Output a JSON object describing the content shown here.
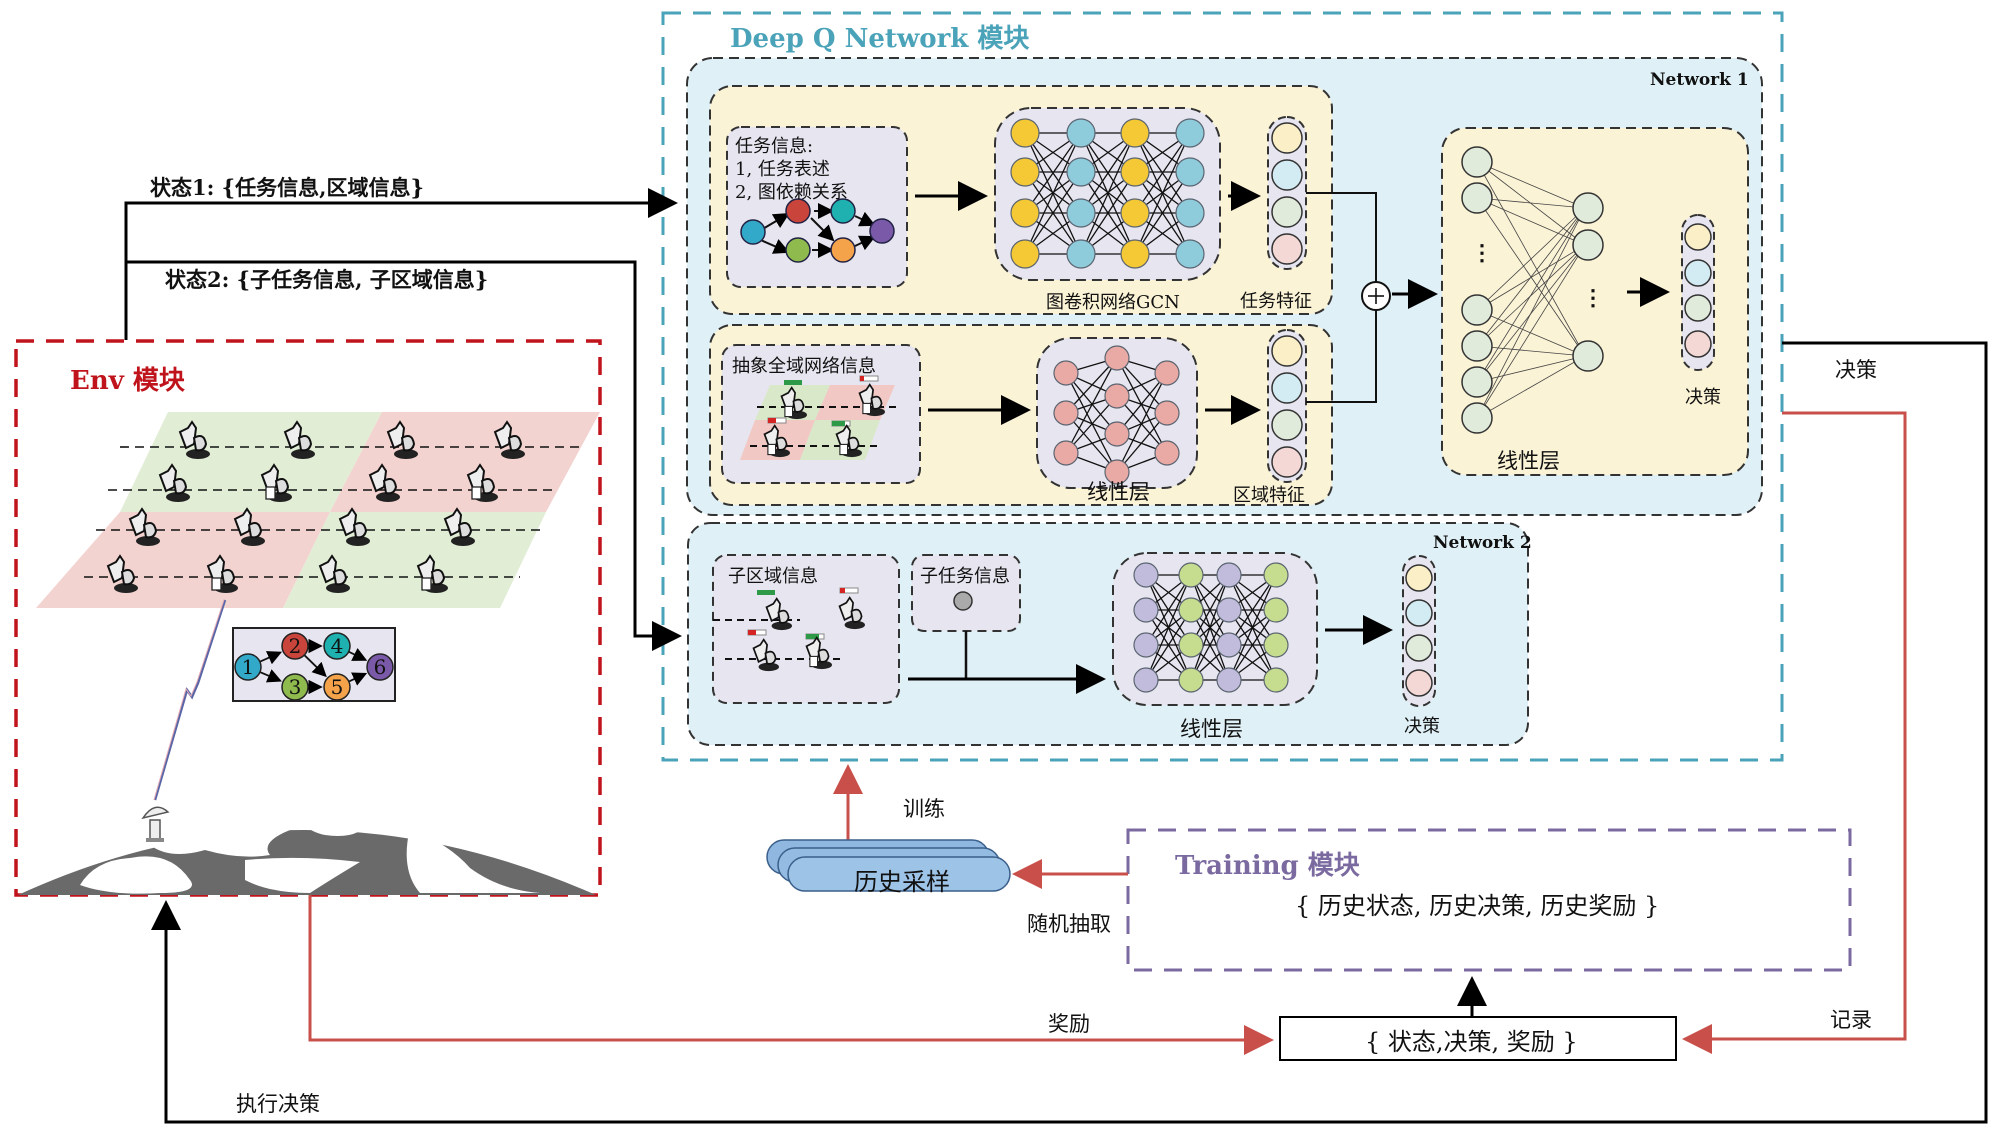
{
  "dqn_module": {
    "title": "Deep Q Network 模块",
    "network1": {
      "name": "Network 1",
      "task_row": {
        "input_box": {
          "title": "任务信息:",
          "line1": "1, 任务表述",
          "line2": "2, 图依赖关系"
        },
        "gcn_label": "图卷积网络GCN",
        "feature_label": "任务特征"
      },
      "region_row": {
        "input_box": {
          "title": "抽象全域网络信息"
        },
        "linear_label": "线性层",
        "feature_label": "区域特征"
      },
      "merge_symbol": "+",
      "linear_block": {
        "label": "线性层",
        "ellipsis_left": "⋮",
        "ellipsis_right": "⋮",
        "output_label": "决策"
      }
    },
    "network2": {
      "name": "Network 2",
      "subregion_box": {
        "title": "子区域信息"
      },
      "subtask_box": {
        "title": "子任务信息"
      },
      "linear_label": "线性层",
      "output_label": "决策"
    }
  },
  "env_module": {
    "title": "Env 模块",
    "task_graph_nodes": [
      "1",
      "2",
      "3",
      "4",
      "5",
      "6"
    ]
  },
  "training_module": {
    "title": "Training 模块",
    "content": "{ 历史状态, 历史决策, 历史奖励 }"
  },
  "history_sampling": {
    "label": "历史采样"
  },
  "record_box": {
    "label": "{ 状态,决策, 奖励 }"
  },
  "edges": {
    "state1": "状态1: {任务信息,区域信息}",
    "state2": "状态2: {子任务信息, 子区域信息}",
    "decision": "决策",
    "record": "记录",
    "reward": "奖励",
    "execute": "执行决策",
    "train": "训练",
    "random_draw": "随机抽取"
  },
  "colors": {
    "dqn_border": "#4aa3b8",
    "env_border": "#c0141c",
    "training_border": "#7a6aa0",
    "network_bg": "#dff0f6",
    "row_bg": "#fbf3d6",
    "box_bg": "#e7e6f0",
    "red_arrow": "#c9504a",
    "gcn_yellow": "#f5c935",
    "gcn_blue": "#8ecbdb",
    "linear_pink": "#e9a9a4",
    "n2_purple": "#c2bcdc",
    "n2_green": "#c6dc8e",
    "history_blue": "#9dc3e6"
  }
}
